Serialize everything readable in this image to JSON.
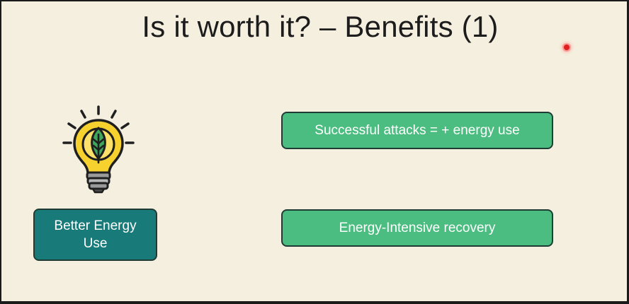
{
  "slide": {
    "title": "Is it worth it? – Benefits (1)",
    "icon": "eco-lightbulb-icon",
    "primary_box": {
      "label": "Better Energy Use"
    },
    "points": [
      {
        "label": "Successful attacks = + energy use"
      },
      {
        "label": "Energy-Intensive recovery"
      }
    ]
  },
  "colors": {
    "background": "#f5efdf",
    "primary_box": "#197a7a",
    "secondary_box": "#4cbd80",
    "border": "#1e3c34",
    "laser_pointer": "#e02020"
  }
}
